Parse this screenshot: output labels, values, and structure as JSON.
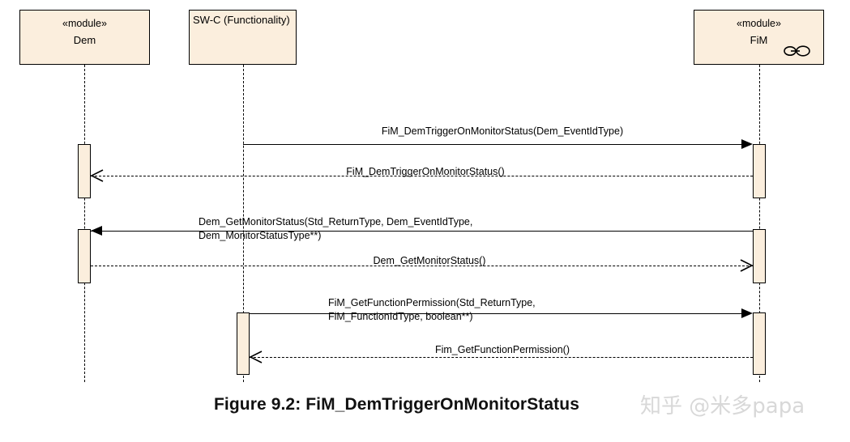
{
  "diagram": {
    "type": "uml-sequence-diagram",
    "caption": "Figure 9.2: FiM_DemTriggerOnMonitorStatus",
    "colors": {
      "activation_fill": "#FBEEDD",
      "box_fill": "#FBEEDD",
      "line": "#000000",
      "watermark": "#d8d8d8"
    },
    "lifelines": [
      {
        "id": "dem",
        "stereotype": "«module»",
        "name": "Dem",
        "has_interface_icon": false
      },
      {
        "id": "swc",
        "stereotype": "",
        "name": "SW-C (Functionality)",
        "has_interface_icon": false
      },
      {
        "id": "fim",
        "stereotype": "«module»",
        "name": "FiM",
        "has_interface_icon": true
      }
    ],
    "messages": [
      {
        "id": "m1",
        "label": "FiM_DemTriggerOnMonitorStatus(Dem_EventIdType)",
        "from": "swc",
        "to": "fim",
        "kind": "call",
        "arrow": "solid-filled-right"
      },
      {
        "id": "m2",
        "label": "FiM_DemTriggerOnMonitorStatus()",
        "from": "fim",
        "to": "dem",
        "kind": "return",
        "arrow": "open-left"
      },
      {
        "id": "m3",
        "label_line1": "Dem_GetMonitorStatus(Std_ReturnType, Dem_EventIdType,",
        "label_line2": "Dem_MonitorStatusType**)",
        "from": "fim",
        "to": "dem",
        "kind": "call",
        "arrow": "solid-filled-left"
      },
      {
        "id": "m4",
        "label": "Dem_GetMonitorStatus()",
        "from": "dem",
        "to": "fim",
        "kind": "return",
        "arrow": "open-right"
      },
      {
        "id": "m5",
        "label_line1": "FiM_GetFunctionPermission(Std_ReturnType,",
        "label_line2": "FiM_FunctionIdType, boolean**)",
        "from": "swc",
        "to": "fim",
        "kind": "call",
        "arrow": "solid-filled-right"
      },
      {
        "id": "m6",
        "label": "Fim_GetFunctionPermission()",
        "from": "fim",
        "to": "swc",
        "kind": "return",
        "arrow": "open-left"
      }
    ]
  },
  "watermark": {
    "text": "知乎 @米多papa"
  }
}
